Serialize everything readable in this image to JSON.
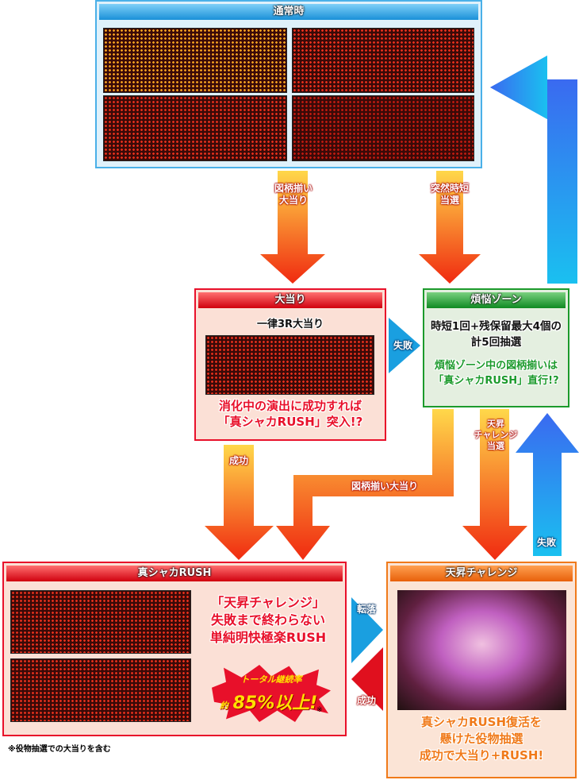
{
  "normal": {
    "title": "通常時"
  },
  "arrows": {
    "jackpot_from_normal": "図柄揃い\n大当り",
    "sudden_jitan": "突然時短\n当選",
    "fail_to_bonno": "失敗",
    "success_to_rush": "成功",
    "bonno_jackpot": "図柄揃い大当り",
    "tensho_win": "天昇\nチャレンジ\n当選",
    "fail_up": "失敗",
    "fall": "転落",
    "success_back": "成功"
  },
  "jackpot": {
    "title": "大当り",
    "subtitle": "一律3R大当り",
    "desc_line1": "消化中の演出に成功すれば",
    "desc_line2": "「真シャカRUSH」突入!?"
  },
  "bonno": {
    "title": "煩悩ゾーン",
    "line1": "時短1回+残保留最大4個の",
    "line2": "計5回抽選",
    "line3": "煩悩ゾーン中の図柄揃いは",
    "line4": "「真シャカRUSH」直行!?"
  },
  "rush": {
    "title": "真シャカRUSH",
    "line1": "「天昇チャレンジ」",
    "line2": "失敗まで終わらない",
    "line3": "単純明快極楽RUSH",
    "badge_label": "トータル継続率",
    "badge_prefix": "約",
    "badge_value": "85%以上!",
    "badge_mark": "※"
  },
  "tensho": {
    "title": "天昇チャレンジ",
    "line1": "真シャカRUSH復活を",
    "line2": "懸けた役物抽選",
    "line3": "成功で大当り+RUSH!"
  },
  "footnote": "※役物抽選での大当りを含む",
  "colors": {
    "red": "#e8102a",
    "green": "#1c9a2c",
    "orange": "#f07a1a",
    "blue": "#1a9fe0"
  }
}
